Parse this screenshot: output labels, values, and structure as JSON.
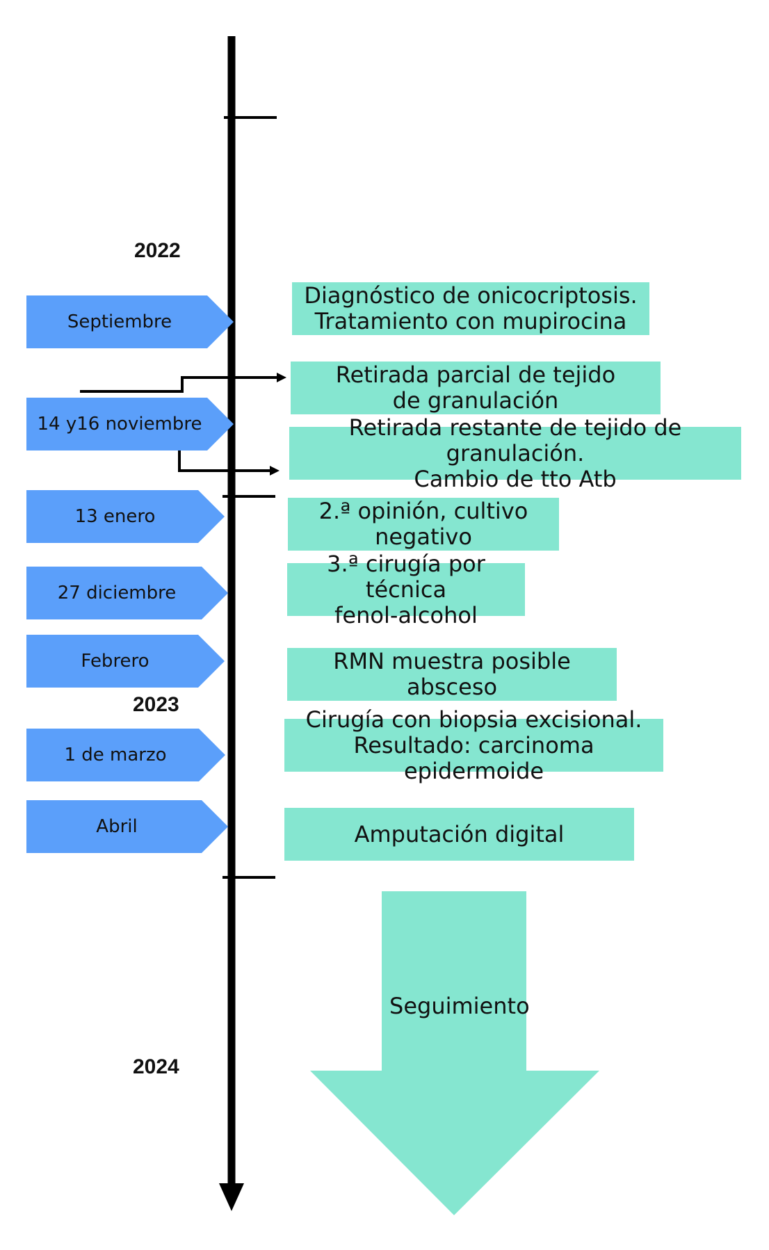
{
  "colors": {
    "date_fill": "#5b9ffa",
    "event_fill": "#85e6d0",
    "line": "#000000"
  },
  "years": [
    "2022",
    "2023",
    "2024"
  ],
  "dates": [
    "Septiembre",
    "14 y16 noviembre",
    "13 enero",
    "27 diciembre",
    "Febrero",
    "1 de marzo",
    "Abril"
  ],
  "events": [
    "Diagnóstico de onicocriptosis.\nTratamiento con mupirocina",
    "Retirada parcial de tejido\nde granulación",
    "Retirada restante de tejido de granulación.\nCambio de tto Atb",
    "2.ª opinión, cultivo\nnegativo",
    "3.ª cirugía por técnica\nfenol-alcohol",
    "RMN muestra posible absceso",
    "Cirugía con biopsia excisional.\nResultado: carcinoma epidermoide",
    "Amputación digital"
  ],
  "followup": "Seguimiento"
}
